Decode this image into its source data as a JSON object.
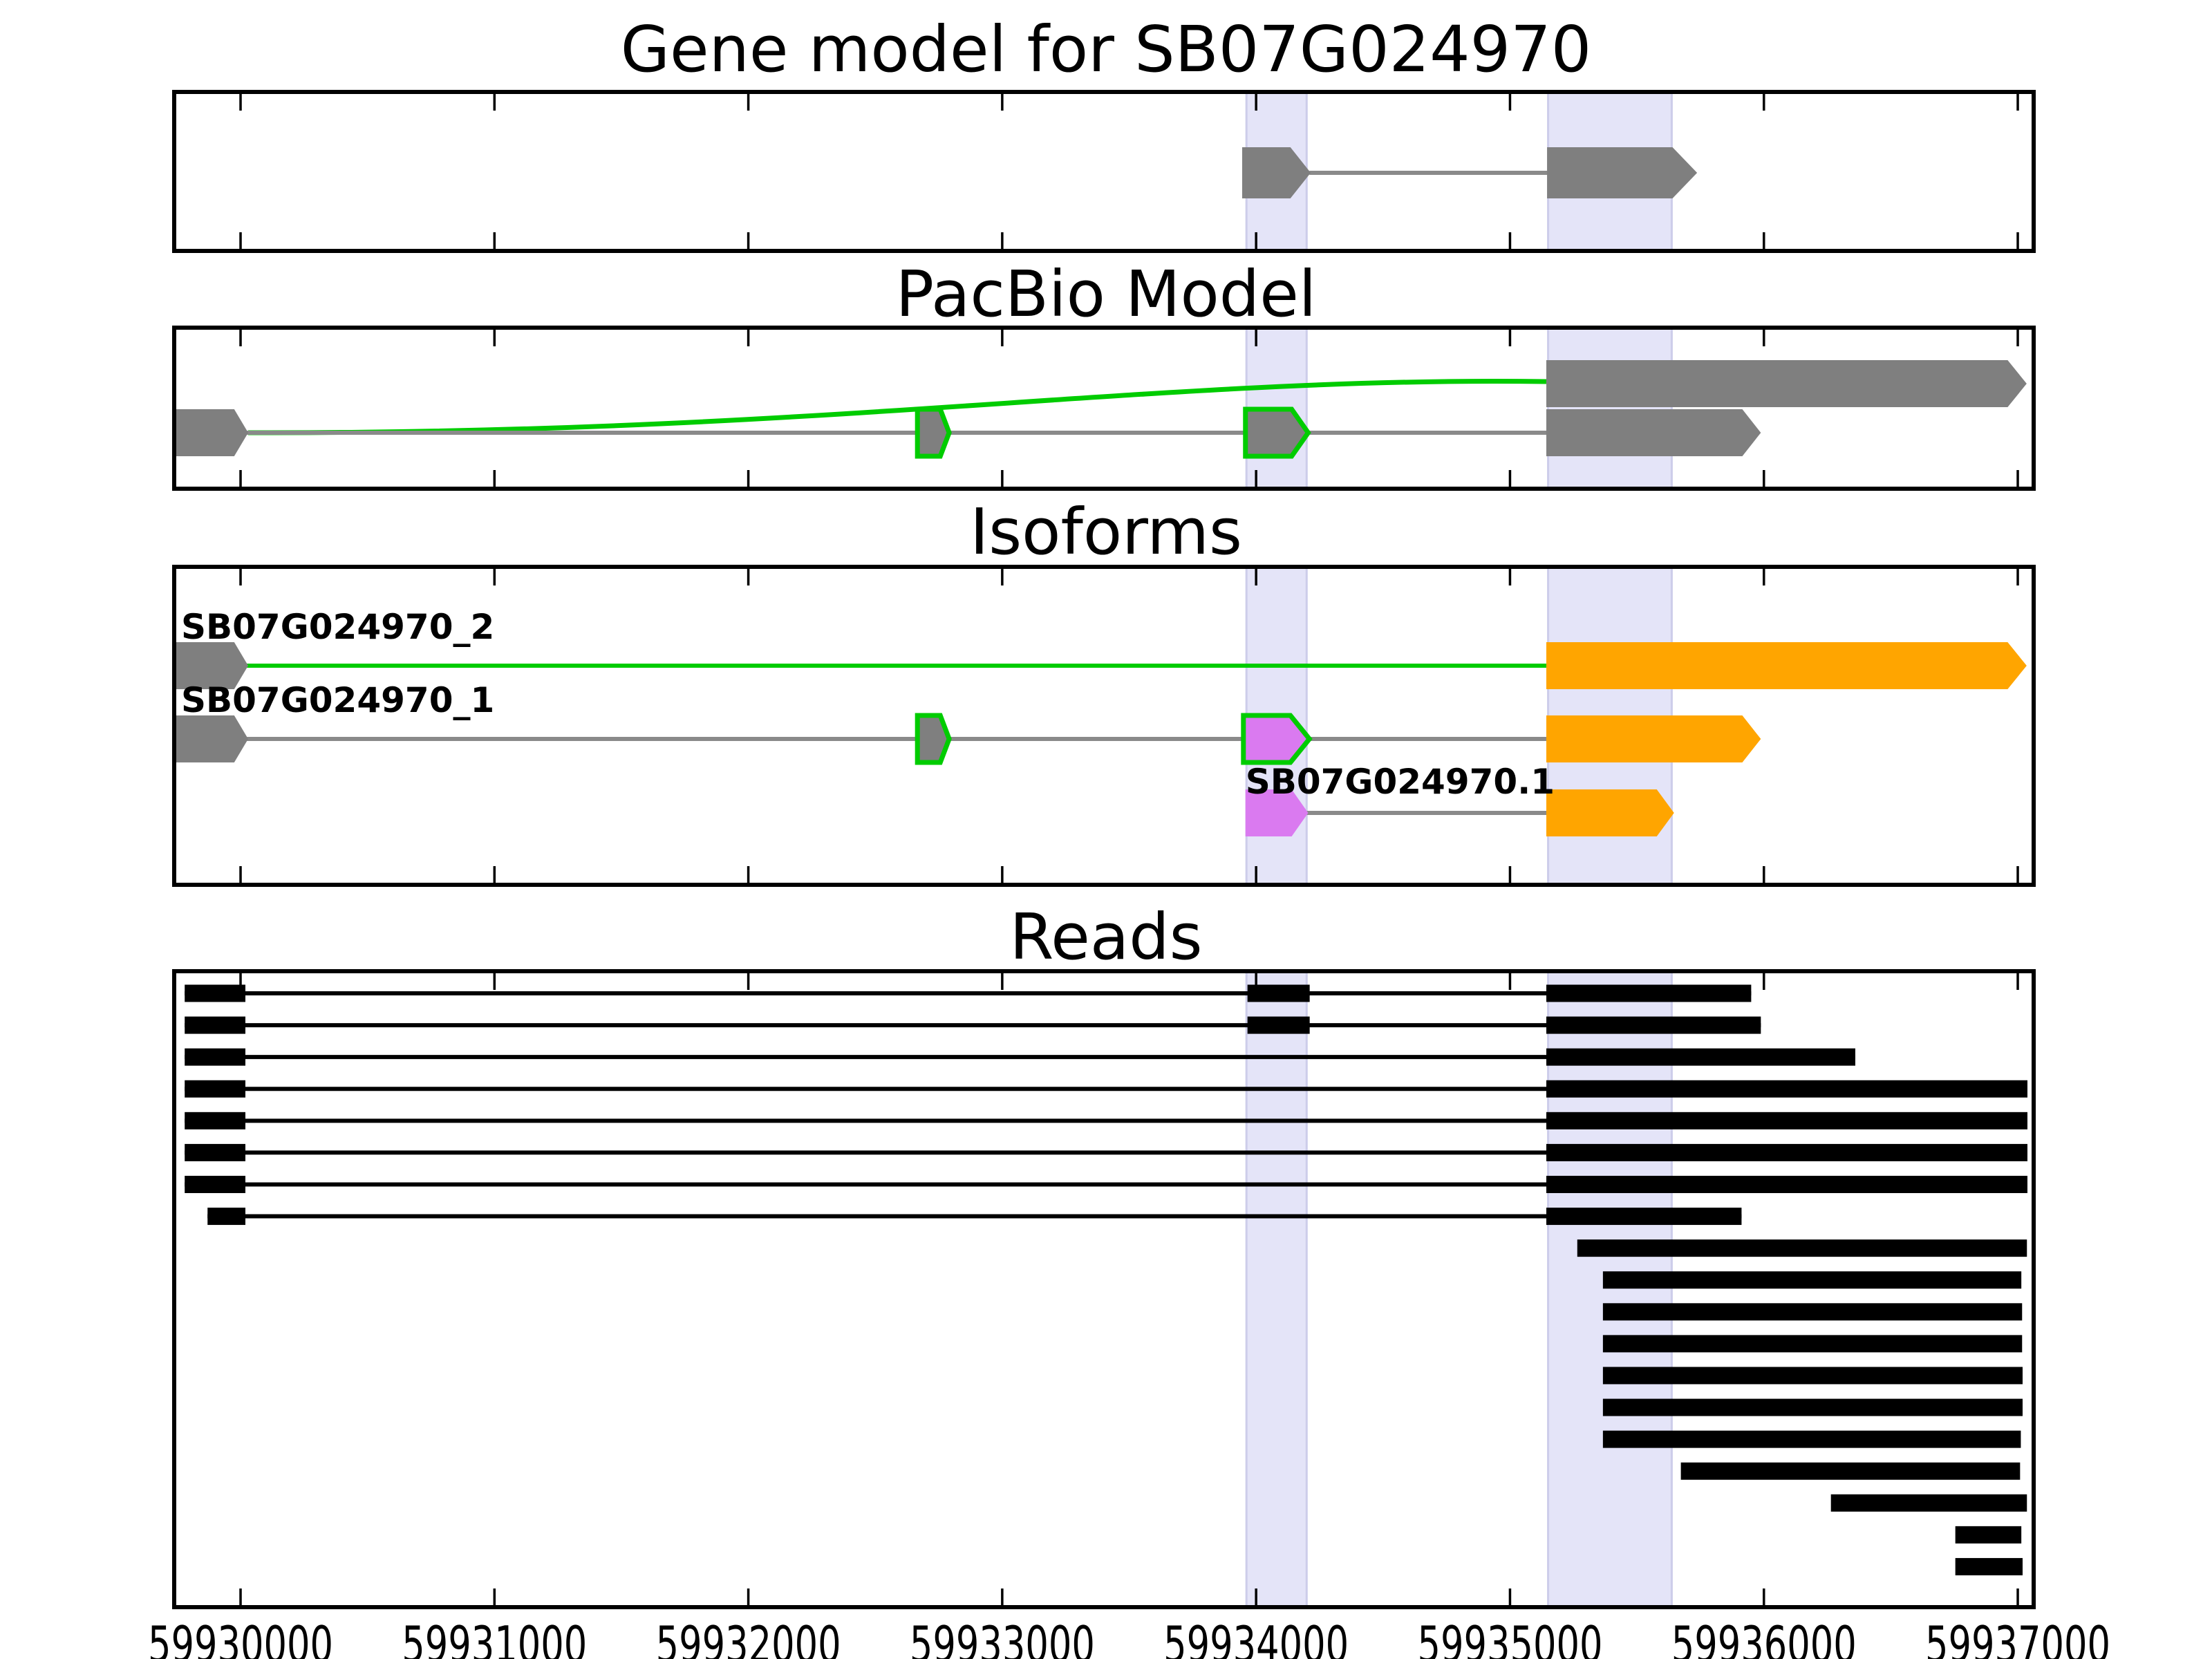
{
  "colors": {
    "gray": "#7f7f7f",
    "line_gray": "#8a8a8a",
    "green": "#00cc00",
    "orange": "#ffa500",
    "violet": "#da7af0",
    "black": "#000000",
    "band": "#e4e4f8",
    "band_edge": "#cdcdea"
  },
  "chart_data": {
    "type": "genomic-track-plot",
    "title": "Gene model for SB07G024970",
    "x_axis": {
      "min_bp": 59929740,
      "max_bp": 59937060,
      "tick_interval": 1000,
      "ticks": [
        {
          "bp": 59930000,
          "label": "59930000"
        },
        {
          "bp": 59931000,
          "label": "59931000"
        },
        {
          "bp": 59932000,
          "label": "59932000"
        },
        {
          "bp": 59933000,
          "label": "59933000"
        },
        {
          "bp": 59934000,
          "label": "59934000"
        },
        {
          "bp": 59935000,
          "label": "59935000"
        },
        {
          "bp": 59936000,
          "label": "59936000"
        },
        {
          "bp": 59937000,
          "label": "59937000"
        }
      ]
    },
    "highlight_regions_bp": [
      {
        "start": 59933958,
        "end": 59934203
      },
      {
        "start": 59935146,
        "end": 59935641
      }
    ],
    "panels": [
      {
        "id": "gene_model",
        "title": "Gene model for SB07G024970",
        "rows": [
          {
            "line": [
              59934210,
              59935150
            ],
            "line_color": "line_gray",
            "features": [
              {
                "s": 59933945,
                "e": 59934135,
                "tip": 59934215,
                "fill": "gray"
              },
              {
                "s": 59935146,
                "e": 59935640,
                "tip": 59935737,
                "fill": "gray"
              }
            ]
          }
        ]
      },
      {
        "id": "pacbio_model",
        "title": "PacBio Model",
        "rows": [
          {
            "arc": {
              "from": 59930030,
              "to": 59935143,
              "color": "green"
            },
            "features": [
              {
                "s": 59935143,
                "e": 59936960,
                "tip": 59937035,
                "fill": "gray"
              }
            ]
          },
          {
            "line": [
              59930025,
              59935150
            ],
            "line_color": "line_gray",
            "features": [
              {
                "s": 59929739,
                "e": 59929975,
                "tip": 59930030,
                "fill": "gray"
              },
              {
                "s": 59932666,
                "e": 59932756,
                "tip": 59932791,
                "fill": "gray",
                "stroke": "green"
              },
              {
                "s": 59933958,
                "e": 59934140,
                "tip": 59934205,
                "fill": "gray",
                "stroke": "green"
              },
              {
                "s": 59935143,
                "e": 59935915,
                "tip": 59935988,
                "fill": "gray"
              }
            ]
          }
        ]
      },
      {
        "id": "isoforms",
        "title": "Isoforms",
        "rows": [
          {
            "label": "SB07G024970_2",
            "line": [
              59930025,
              59935150
            ],
            "line_color": "green",
            "features": [
              {
                "s": 59929739,
                "e": 59929975,
                "tip": 59930030,
                "fill": "gray"
              },
              {
                "s": 59935143,
                "e": 59936960,
                "tip": 59937035,
                "fill": "orange"
              }
            ]
          },
          {
            "label": "SB07G024970_1",
            "line": [
              59930025,
              59935150
            ],
            "line_color": "line_gray",
            "features": [
              {
                "s": 59929739,
                "e": 59929975,
                "tip": 59930030,
                "fill": "gray"
              },
              {
                "s": 59932666,
                "e": 59932756,
                "tip": 59932791,
                "fill": "gray",
                "stroke": "green"
              },
              {
                "s": 59933950,
                "e": 59934135,
                "tip": 59934210,
                "fill": "violet",
                "stroke": "green"
              },
              {
                "s": 59935143,
                "e": 59935915,
                "tip": 59935988,
                "fill": "orange"
              }
            ]
          },
          {
            "label": "SB07G024970.1",
            "line": [
              59934200,
              59935150
            ],
            "line_color": "line_gray",
            "features": [
              {
                "s": 59933958,
                "e": 59934140,
                "tip": 59934205,
                "fill": "violet"
              },
              {
                "s": 59935143,
                "e": 59935578,
                "tip": 59935646,
                "fill": "orange"
              }
            ]
          }
        ]
      },
      {
        "id": "reads",
        "title": "Reads",
        "reads": [
          {
            "exons": [
              [
                59929780,
                59930019
              ],
              [
                59933966,
                59934211
              ],
              [
                59935143,
                59935950
              ]
            ]
          },
          {
            "exons": [
              [
                59929780,
                59930019
              ],
              [
                59933966,
                59934211
              ],
              [
                59935143,
                59935988
              ]
            ]
          },
          {
            "exons": [
              [
                59929780,
                59930019
              ],
              [
                59935143,
                59936360
              ]
            ]
          },
          {
            "exons": [
              [
                59929780,
                59930019
              ],
              [
                59935143,
                59937038
              ]
            ]
          },
          {
            "exons": [
              [
                59929780,
                59930019
              ],
              [
                59935143,
                59937038
              ]
            ]
          },
          {
            "exons": [
              [
                59929780,
                59930019
              ],
              [
                59935143,
                59937038
              ]
            ]
          },
          {
            "exons": [
              [
                59929780,
                59930019
              ],
              [
                59935143,
                59937038
              ]
            ]
          },
          {
            "exons": [
              [
                59929870,
                59930019
              ],
              [
                59935143,
                59935912
              ]
            ]
          },
          {
            "exons": [
              [
                59935265,
                59937036
              ]
            ]
          },
          {
            "exons": [
              [
                59935366,
                59937014
              ]
            ]
          },
          {
            "exons": [
              [
                59935366,
                59937017
              ]
            ]
          },
          {
            "exons": [
              [
                59935366,
                59937017
              ]
            ]
          },
          {
            "exons": [
              [
                59935366,
                59937019
              ]
            ]
          },
          {
            "exons": [
              [
                59935366,
                59937019
              ]
            ]
          },
          {
            "exons": [
              [
                59935366,
                59937012
              ]
            ]
          },
          {
            "exons": [
              [
                59935673,
                59937009
              ]
            ]
          },
          {
            "exons": [
              [
                59936264,
                59937036
              ]
            ]
          },
          {
            "exons": [
              [
                59936754,
                59937014
              ]
            ]
          },
          {
            "exons": [
              [
                59936754,
                59937019
              ]
            ]
          }
        ]
      }
    ]
  }
}
